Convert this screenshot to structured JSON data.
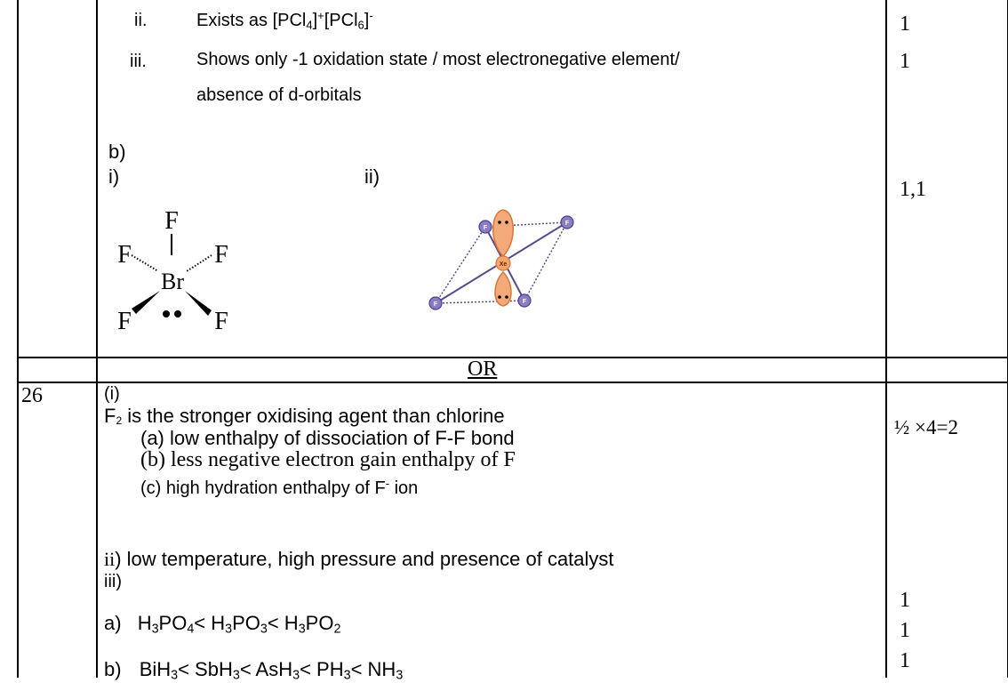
{
  "part_a": {
    "ii_numeral": "ii.",
    "ii_text": "Exists as [PCl",
    "ii_sub1": "4",
    "ii_mid": "]",
    "ii_sup1": "+",
    "ii_mid2": "[PCl",
    "ii_sub2": "6",
    "ii_end": "]",
    "ii_sup2": "-",
    "iii_numeral": "iii.",
    "iii_line1": "Shows only -1 oxidation state / most electronegative element/",
    "iii_line2": "absence of d-orbitals",
    "marks_ii": "1",
    "marks_iii": "1"
  },
  "part_b": {
    "label": "b)",
    "i_label": "i)",
    "ii_label": "ii)",
    "marks": "1,1",
    "brf5": {
      "top_f": "F",
      "left_f": "F",
      "right_f": "F",
      "center": "Br",
      "bottom_left_f": "F",
      "bottom_right_f": "F"
    },
    "xef4": {
      "fluorine_label": "F",
      "center_label": "Xe"
    }
  },
  "or_row": {
    "text": "OR"
  },
  "q26": {
    "number": "26",
    "i_label": "(i)",
    "f2_sub": "2",
    "statement_rest": " is the stronger oxidising agent than chlorine",
    "reason_a": "(a)  low enthalpy of dissociation of F-F bond",
    "reason_b": "(b)  less negative electron gain enthalpy of F",
    "reason_c_pre": "(c)  high hydration enthalpy of F",
    "reason_c_sup": "-",
    "reason_c_post": " ion",
    "marks_i": "½ ×4=2",
    "ii_numeral": "ii",
    "ii_text": ") low temperature, high pressure and presence of catalyst",
    "iii_label": "iii)",
    "order_a": {
      "label": "a)",
      "t1": "H",
      "s1": "3",
      "t2": "PO",
      "s2": "4",
      "t3": "< H",
      "s3": "3",
      "t4": "PO",
      "s4": "3",
      "t5": "< H",
      "s5": "3",
      "t6": "PO",
      "s6": "2"
    },
    "order_b": {
      "label": "b)",
      "t1": "BiH",
      "s1": "3",
      "t2": "< SbH",
      "s2": "3",
      "t3": "< AsH",
      "s3": "3",
      "t4": "< PH",
      "s4": "3",
      "t5": "< NH",
      "s5": "3"
    },
    "marks_ii": "1",
    "marks_a": "1",
    "marks_b": "1"
  }
}
